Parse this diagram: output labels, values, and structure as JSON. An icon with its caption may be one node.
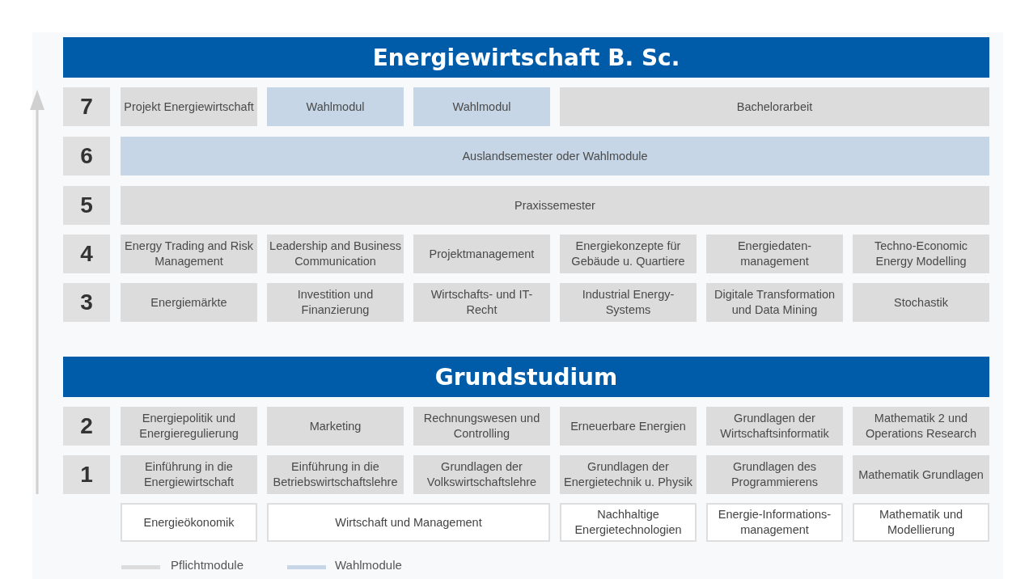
{
  "diagram": {
    "nodes": [
      {
        "text": [
          "Energiewirtschaft B. Sc."
        ]
      },
      {
        "text": [
          "7"
        ]
      },
      {
        "text": [
          "Projekt Energiewirtschaft"
        ]
      },
      {
        "text": [
          "Wahlmodul"
        ]
      },
      {
        "text": [
          "Wahlmodul"
        ]
      },
      {
        "text": [
          "Bachelorarbeit"
        ]
      },
      {
        "text": [
          "6"
        ]
      },
      {
        "text": [
          "Auslandsemester oder Wahlmodule"
        ]
      },
      {
        "text": [
          "5"
        ]
      },
      {
        "text": [
          "Praxissemester"
        ]
      },
      {
        "text": [
          "4"
        ]
      },
      {
        "text": [
          "Energy Trading and Risk Management"
        ]
      },
      {
        "text": [
          "Leadership and Business Communication"
        ]
      },
      {
        "text": [
          "Projektmanagement"
        ]
      },
      {
        "text": [
          "Energiekonzepte für Gebäude u. Quartiere"
        ]
      },
      {
        "text": [
          "Energiedaten-management"
        ]
      },
      {
        "text": [
          "Techno-Economic Energy Modelling"
        ]
      },
      {
        "text": [
          "3"
        ]
      },
      {
        "text": [
          "Energiemärkte"
        ]
      },
      {
        "text": [
          "Investition und Finanzierung"
        ]
      },
      {
        "text": [
          "Wirtschafts- und IT-Recht"
        ]
      },
      {
        "text": [
          "Industrial Energy-Systems"
        ]
      },
      {
        "text": [
          "Digitale Transformation und Data Mining"
        ]
      },
      {
        "text": [
          "Stochastik"
        ]
      },
      {
        "text": [
          "Grundstudium"
        ]
      },
      {
        "text": [
          "2"
        ]
      },
      {
        "text": [
          "Energiepolitik und Energieregulierung"
        ]
      },
      {
        "text": [
          "Marketing"
        ]
      },
      {
        "text": [
          "Rechnungswesen und Controlling"
        ]
      },
      {
        "text": [
          "Erneuerbare Energien"
        ]
      },
      {
        "text": [
          "Grundlagen der Wirtschaftsinformatik"
        ]
      },
      {
        "text": [
          "Mathematik 2 und Operations Research"
        ]
      },
      {
        "text": [
          "1"
        ]
      },
      {
        "text": [
          "Einführung in die Energiewirtschaft"
        ]
      },
      {
        "text": [
          "Einführung in die Betriebswirtschaftslehre"
        ]
      },
      {
        "text": [
          "Grundlagen der Volkswirtschaftslehre"
        ]
      },
      {
        "text": [
          "Grundlagen der Energietechnik u. Physik"
        ]
      },
      {
        "text": [
          "Grundlagen des Programmierens"
        ]
      },
      {
        "text": [
          "Mathematik Grundlagen"
        ]
      },
      {
        "text": [
          "Energieökonomik"
        ]
      },
      {
        "text": [
          "Wirtschaft und Management"
        ]
      },
      {
        "text": [
          "Nachhaltige Energietechnologien"
        ]
      },
      {
        "text": [
          "Energie-Informations-management"
        ]
      },
      {
        "text": [
          "Mathematik und Modellierung"
        ]
      }
    ],
    "legend": [
      {
        "text": "Pflichtmodule",
        "color": "#dcdcdc"
      },
      {
        "text": "Wahlmodule",
        "color": "#c6d6e6"
      }
    ]
  }
}
